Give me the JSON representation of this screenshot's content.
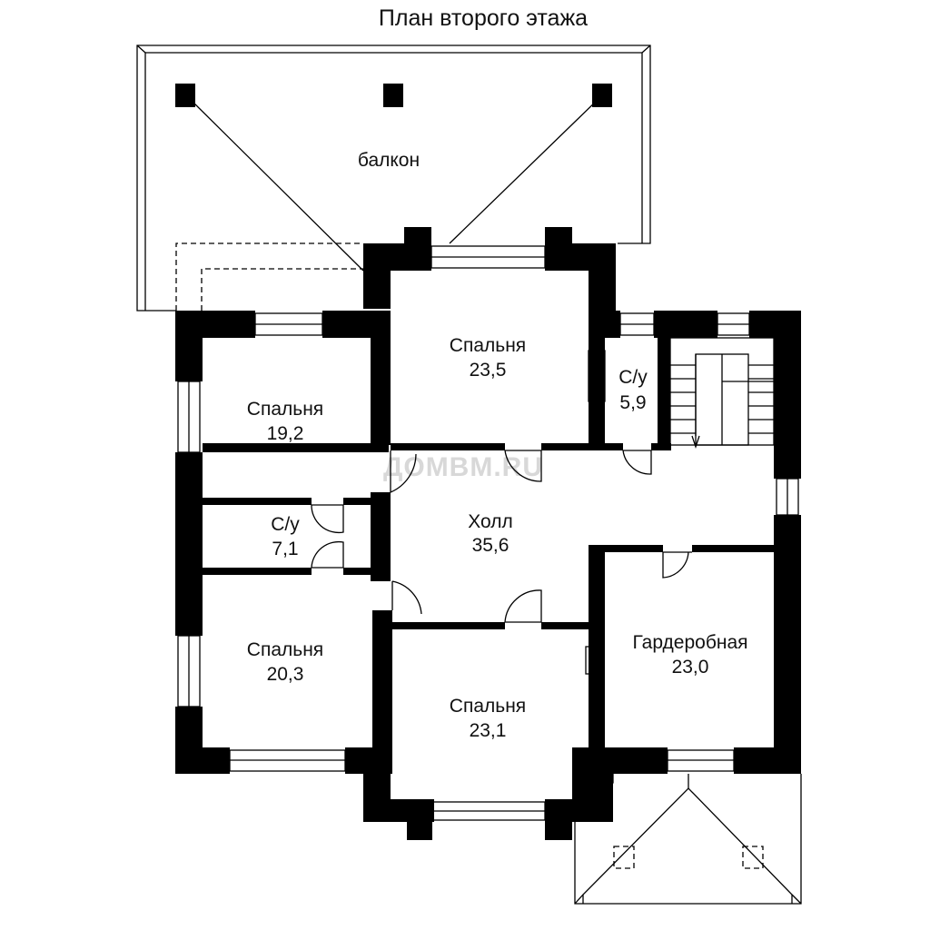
{
  "title": "План второго этажа",
  "watermark": "ДОМВМ.RU",
  "rooms": {
    "balcony": "балкон",
    "bedroom_top_name": "Спальня",
    "bedroom_top_area": "23,5",
    "bedroom_left_top_name": "Спальня",
    "bedroom_left_top_area": "19,2",
    "bath_right_name": "С/у",
    "bath_right_area": "5,9",
    "bath_left_name": "С/у",
    "bath_left_area": "7,1",
    "hall_name": "Холл",
    "hall_area": "35,6",
    "bedroom_left_bottom_name": "Спальня",
    "bedroom_left_bottom_area": "20,3",
    "bedroom_bottom_name": "Спальня",
    "bedroom_bottom_area": "23,1",
    "wardrobe_name": "Гардеробная",
    "wardrobe_area": "23,0"
  },
  "colors": {
    "wall": "#000000",
    "line": "#000000",
    "watermark": "#d8d8d8"
  }
}
